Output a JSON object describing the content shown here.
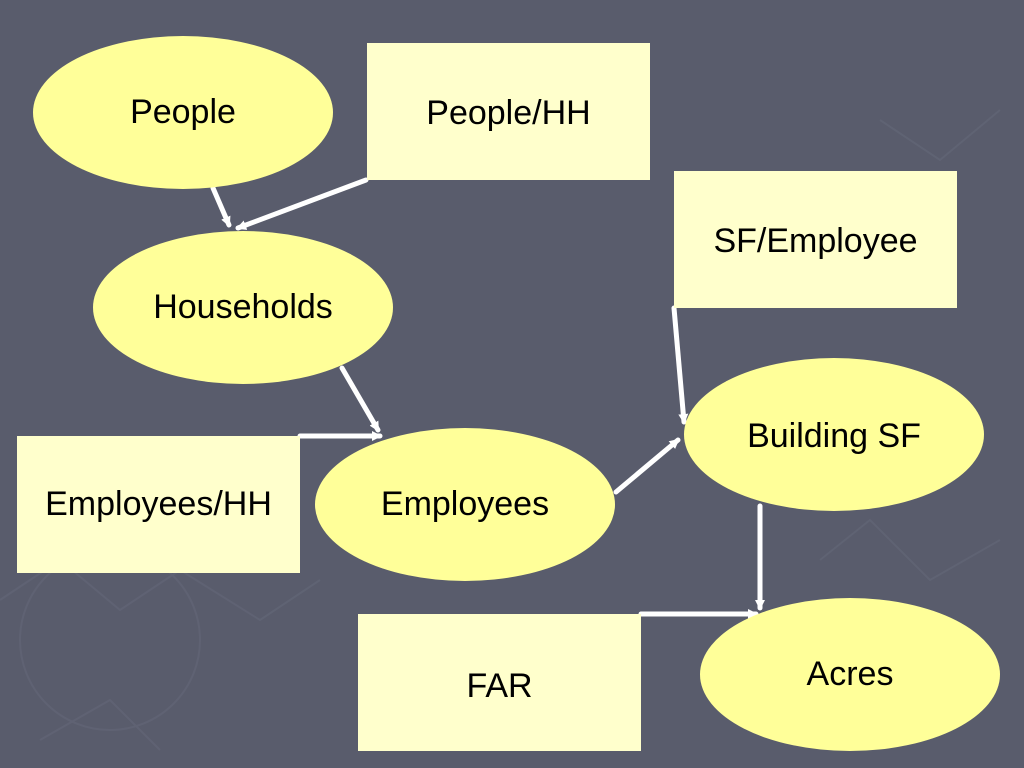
{
  "diagram": {
    "ellipses": {
      "people": "People",
      "households": "Households",
      "employees": "Employees",
      "building_sf": "Building SF",
      "acres": "Acres"
    },
    "boxes": {
      "people_per_hh": "People/HH",
      "sf_per_employee": "SF/Employee",
      "employees_per_hh": "Employees/HH",
      "far": "FAR"
    }
  },
  "colors": {
    "background": "#595c6c",
    "ellipse_fill": "#ffff99",
    "box_fill": "#ffffcc",
    "arrow": "#ffffff"
  }
}
